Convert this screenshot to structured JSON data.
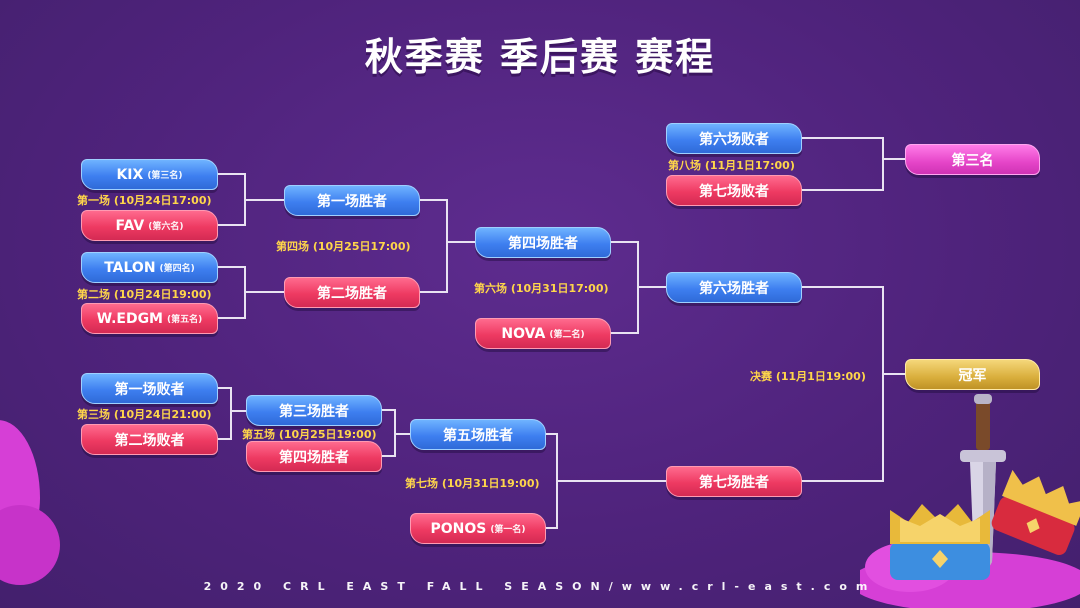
{
  "title": "秋季赛 季后赛 赛程",
  "footer": "2020 CRL EAST FALL SEASON/www.crl-east.com",
  "teams": {
    "kix": {
      "name": "KIX",
      "seed": "(第三名)"
    },
    "fav": {
      "name": "FAV",
      "seed": "(第六名)"
    },
    "talon": {
      "name": "TALON",
      "seed": "(第四名)"
    },
    "wedgm": {
      "name": "W.EDGM",
      "seed": "(第五名)"
    },
    "nova": {
      "name": "NOVA",
      "seed": "(第二名)"
    },
    "ponos": {
      "name": "PONOS",
      "seed": "(第一名)"
    }
  },
  "slots": {
    "m1_loser": "第一场败者",
    "m2_loser": "第二场败者",
    "m1_winner": "第一场胜者",
    "m2_winner": "第二场胜者",
    "m3_winner": "第三场胜者",
    "m4_winner_a": "第四场胜者",
    "m4_winner_b": "第四场胜者",
    "m5_winner": "第五场胜者",
    "m6_winner": "第六场胜者",
    "m7_winner": "第七场胜者",
    "m6_loser": "第六场败者",
    "m7_loser": "第七场败者",
    "third_place": "第三名",
    "champion": "冠军"
  },
  "matches": {
    "m1": "第一场 (10月24日17:00)",
    "m2": "第二场 (10月24日19:00)",
    "m3": "第三场 (10月24日21:00)",
    "m4": "第四场 (10月25日17:00)",
    "m5": "第五场 (10月25日19:00)",
    "m6": "第六场 (10月31日17:00)",
    "m7": "第七场 (10月31日19:00)",
    "m8": "第八场 (11月1日17:00)",
    "final": "决赛 (11月1日19:00)"
  },
  "colors": {
    "background": "#4f237c",
    "blue_slot": "#3e7ff0",
    "red_slot": "#ee3a62",
    "pink_slot": "#e545c8",
    "gold_slot": "#d9ae3c",
    "match_text": "#ffd64a",
    "bracket_line": "#e9e3f2"
  }
}
